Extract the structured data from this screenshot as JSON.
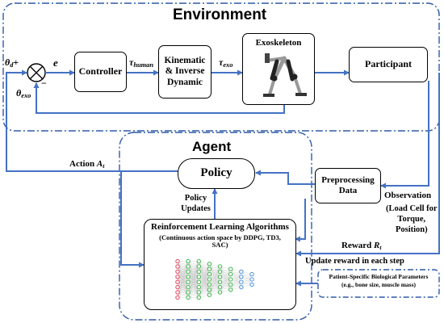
{
  "environment": {
    "title": "Environment",
    "setpoint": "θ",
    "setpoint_sub": "d",
    "plus_sign": "+",
    "minus_sign": "−",
    "error_label": "e",
    "feedback_label": "θ",
    "feedback_sub": "exo",
    "controller": "Controller",
    "tau_human": "τ",
    "tau_human_sub": "human",
    "kinematic_lines": [
      "Kinematic",
      "& Inverse",
      "Dynamic"
    ],
    "tau_exo": "τ",
    "tau_exo_sub": "exo",
    "exoskeleton": "Exoskeleton",
    "participant": "Participant"
  },
  "agent": {
    "title": "Agent",
    "policy": "Policy",
    "policy_updates_lines": [
      "Policy",
      "Updates"
    ],
    "preprocessing_lines": [
      "Preprocessing",
      "Data"
    ],
    "rl_title": "Reinforcement Learning Algorithms",
    "rl_subtitle_lines": [
      "(Continuous action space by DDPG, TD3,",
      "SAC)"
    ]
  },
  "signals": {
    "action": "Action ",
    "action_var": "A",
    "action_sub": "t",
    "observation": "Observation",
    "observation_detail_lines": [
      "(Load Cell for",
      "Torque,",
      "Position)"
    ],
    "reward": "Reward ",
    "reward_var": "R",
    "reward_sub": "t",
    "update_reward": "Update reward in each step"
  },
  "patient_params_lines": [
    "Patient-Specific Biological Parameters",
    "(e.g., bone size, muscle mass)"
  ],
  "colors": {
    "arrow": "#4472c4",
    "dash": "#2e5aa8",
    "node_red": "#e0405a",
    "node_green": "#3cb44b",
    "node_blue": "#4a90d9"
  },
  "network_layers": [
    {
      "nodes": 8,
      "color": "node_red"
    },
    {
      "nodes": 8,
      "color": "node_green"
    },
    {
      "nodes": 8,
      "color": "node_green"
    },
    {
      "nodes": 7,
      "color": "node_green"
    },
    {
      "nodes": 6,
      "color": "node_green"
    },
    {
      "nodes": 5,
      "color": "node_green"
    },
    {
      "nodes": 4,
      "color": "node_blue"
    },
    {
      "nodes": 3,
      "color": "node_blue"
    }
  ]
}
